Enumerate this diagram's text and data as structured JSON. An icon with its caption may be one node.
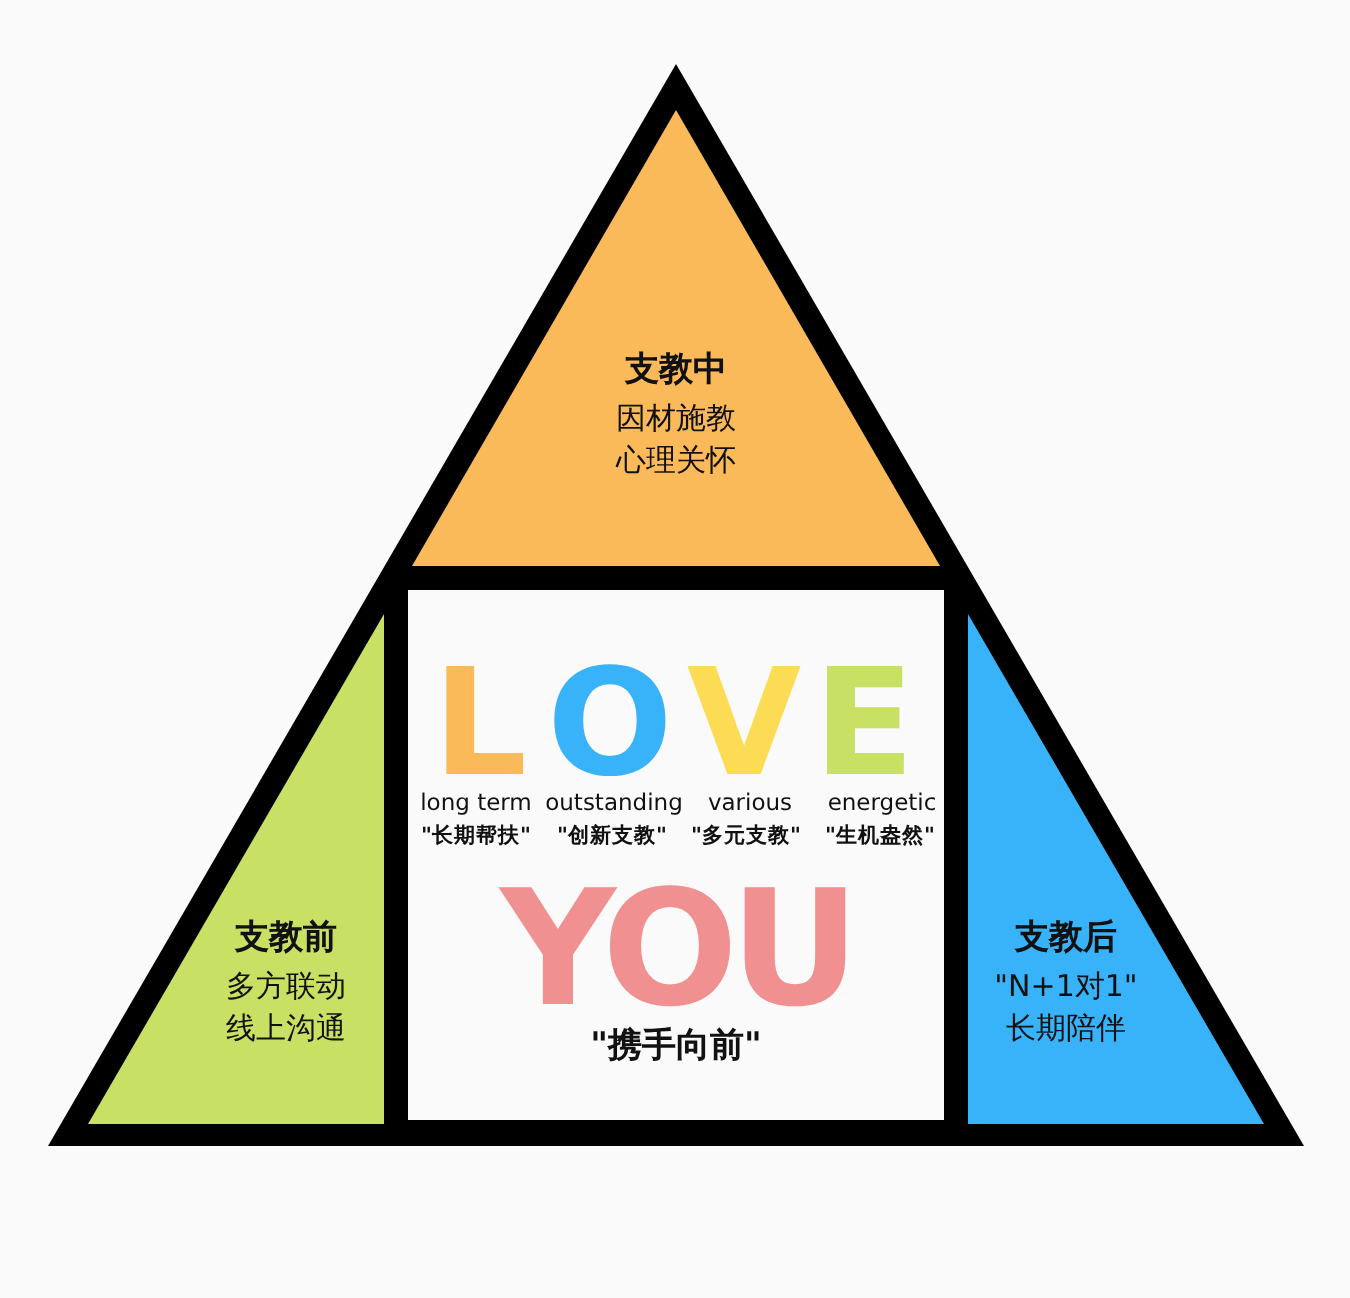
{
  "diagram": {
    "nodes": [
      {
        "text": [
          "支教中",
          "因材施教心理关怀"
        ]
      },
      {
        "text": [
          "支教前",
          "多方联动线上沟通"
        ]
      },
      {
        "text": [
          "YOU",
          "\"携手向前\""
        ]
      },
      {
        "text": [
          "支教后",
          "\"N+1对1\" 长期陪伴"
        ]
      }
    ],
    "labels": [
      "L",
      "O",
      "V",
      "E",
      "long term",
      "outstanding",
      "various",
      "energetic",
      "\"长期帮扶\"",
      "\"创新支教\"",
      "\"多元支教\"",
      "\"生机盎然\""
    ]
  }
}
